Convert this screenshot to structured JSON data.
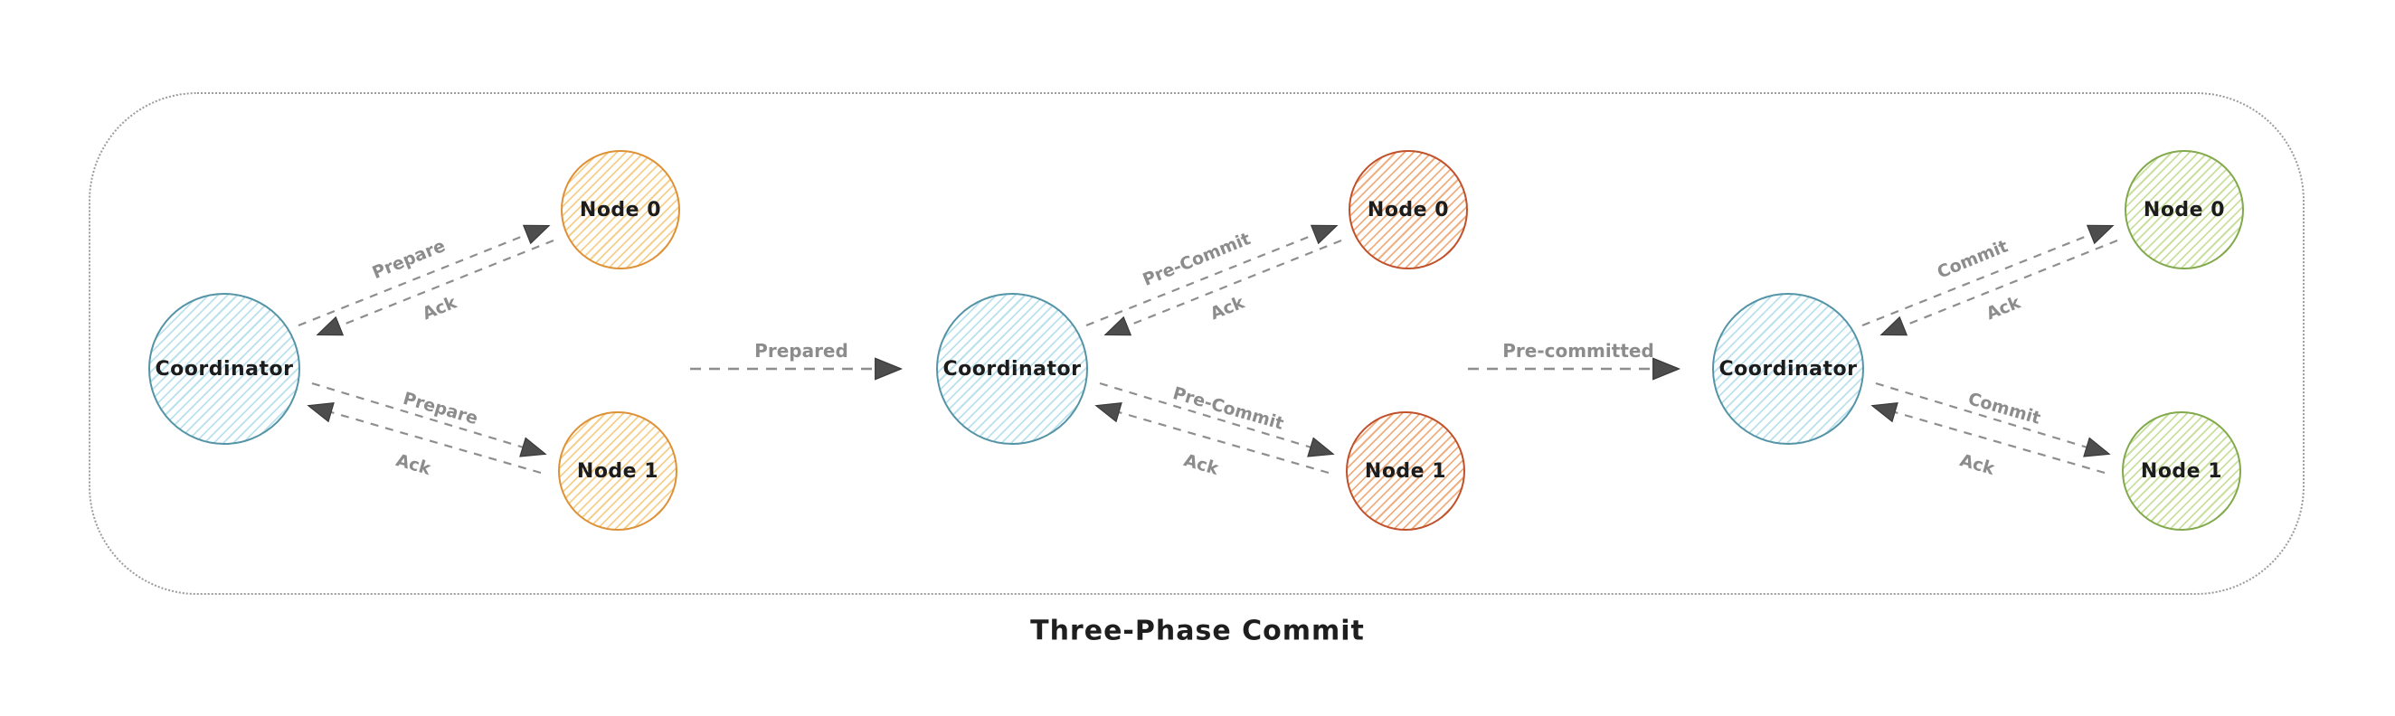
{
  "title": "Three-Phase Commit",
  "colors": {
    "coordinator_stroke": "#5494a6",
    "coordinator_fill": "#b9e1ee",
    "phase1_node_stroke": "#de9137",
    "phase1_node_fill": "#f5d08c",
    "phase2_node_stroke": "#c0512b",
    "phase2_node_fill": "#f0af81",
    "phase3_node_stroke": "#82a94b",
    "phase3_node_fill": "#c9e09e",
    "arrow_line": "#8e8e8e",
    "arrowhead": "#4d4d4d",
    "message_label": "#8c8c8c",
    "node_text": "#1c1c1c",
    "frame_border": "#9b9b9b"
  },
  "phases": [
    {
      "coordinator": "Coordinator",
      "nodes": [
        "Node 0",
        "Node 1"
      ],
      "messages": {
        "send": "Prepare",
        "ack": "Ack"
      }
    },
    {
      "coordinator": "Coordinator",
      "nodes": [
        "Node 0",
        "Node 1"
      ],
      "messages": {
        "send": "Pre-Commit",
        "ack": "Ack"
      }
    },
    {
      "coordinator": "Coordinator",
      "nodes": [
        "Node 0",
        "Node 1"
      ],
      "messages": {
        "send": "Commit",
        "ack": "Ack"
      }
    }
  ],
  "transitions": [
    {
      "label": "Prepared"
    },
    {
      "label": "Pre-committed"
    }
  ]
}
